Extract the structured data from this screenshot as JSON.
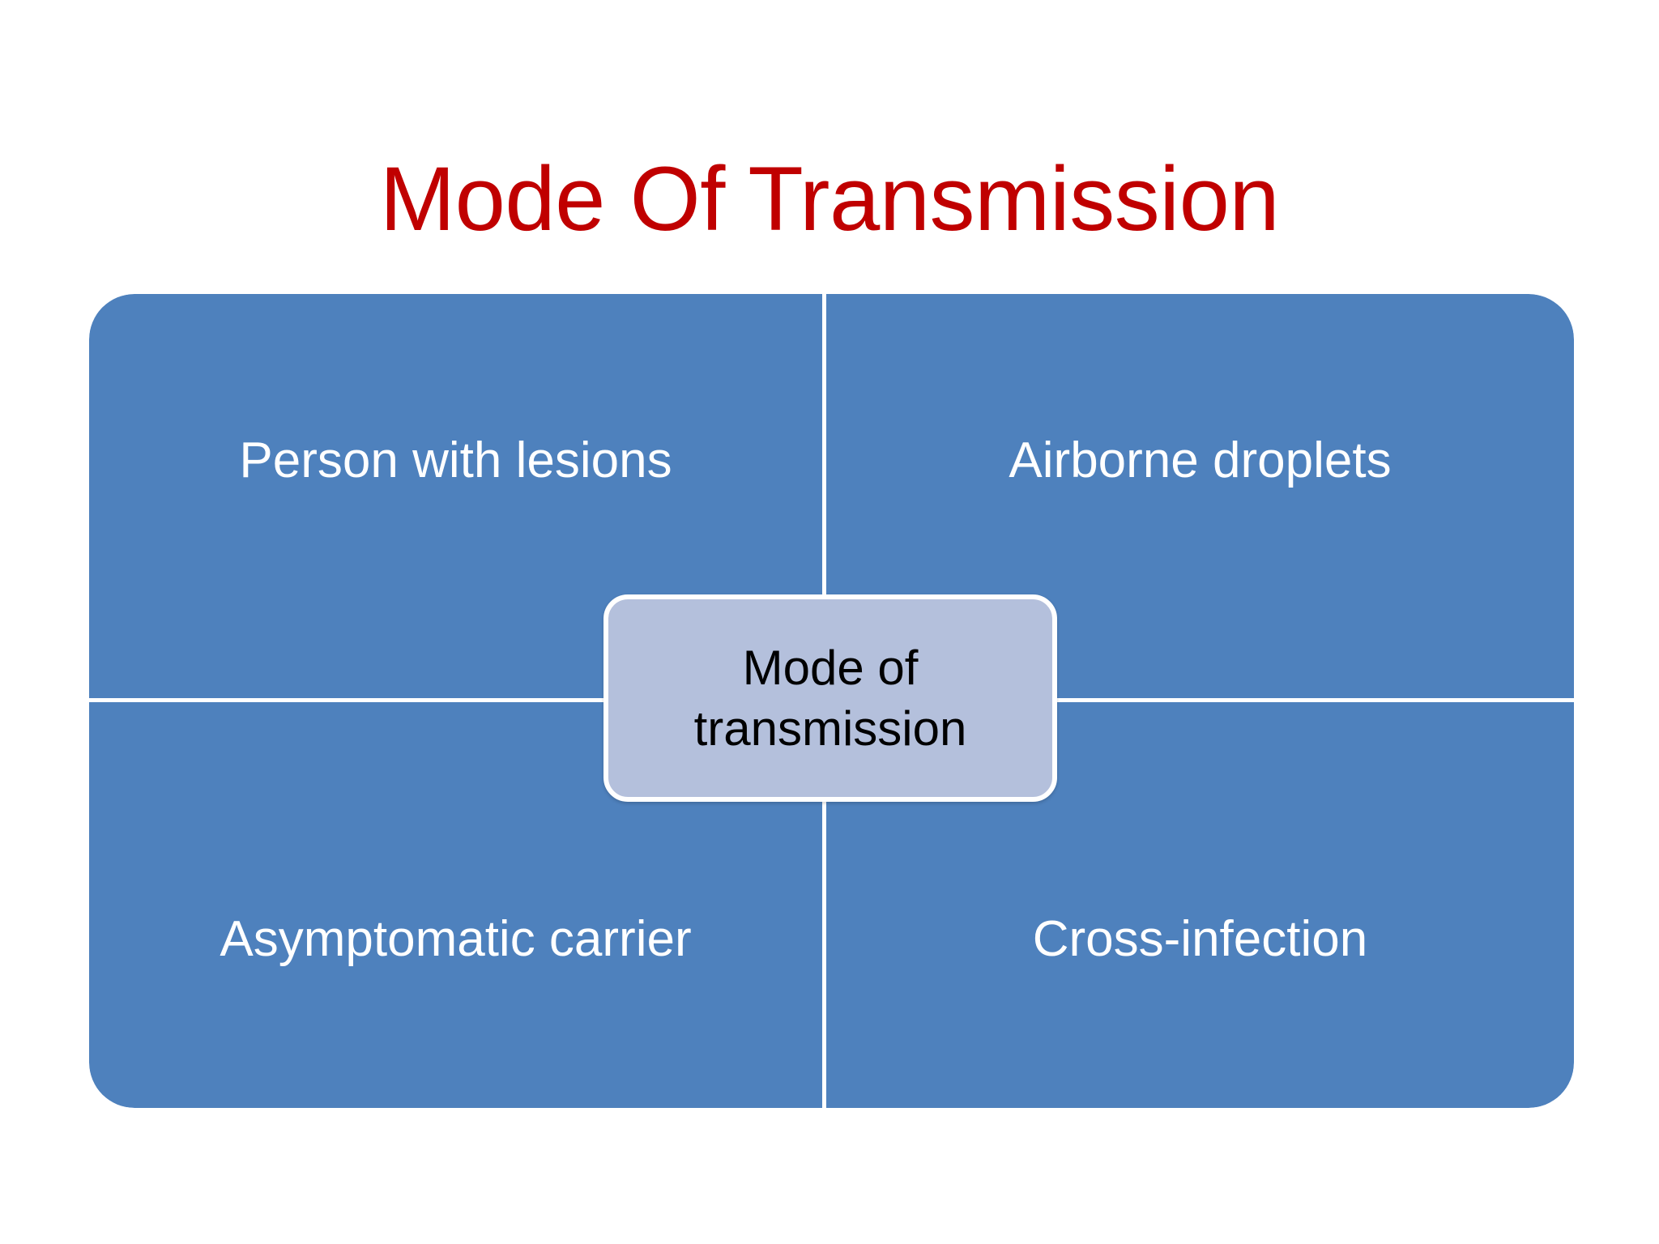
{
  "slide": {
    "title": "Mode Of Transmission",
    "title_color": "#C00000",
    "background_color": "#FFFFFF"
  },
  "diagram": {
    "type": "matrix",
    "quadrant_fill_color": "#4E81BD",
    "quadrant_text_color": "#FFFFFF",
    "divider_color": "#FFFFFF",
    "center": {
      "line1": "Mode of",
      "line2": "transmission",
      "fill_color": "#B4C0DC",
      "border_color": "#FFFFFF",
      "text_color": "#000000"
    },
    "quadrants": [
      {
        "position": "top-left",
        "label": "Person with lesions"
      },
      {
        "position": "top-right",
        "label": "Airborne droplets"
      },
      {
        "position": "bottom-left",
        "label": "Asymptomatic carrier"
      },
      {
        "position": "bottom-right",
        "label": "Cross-infection"
      }
    ]
  }
}
